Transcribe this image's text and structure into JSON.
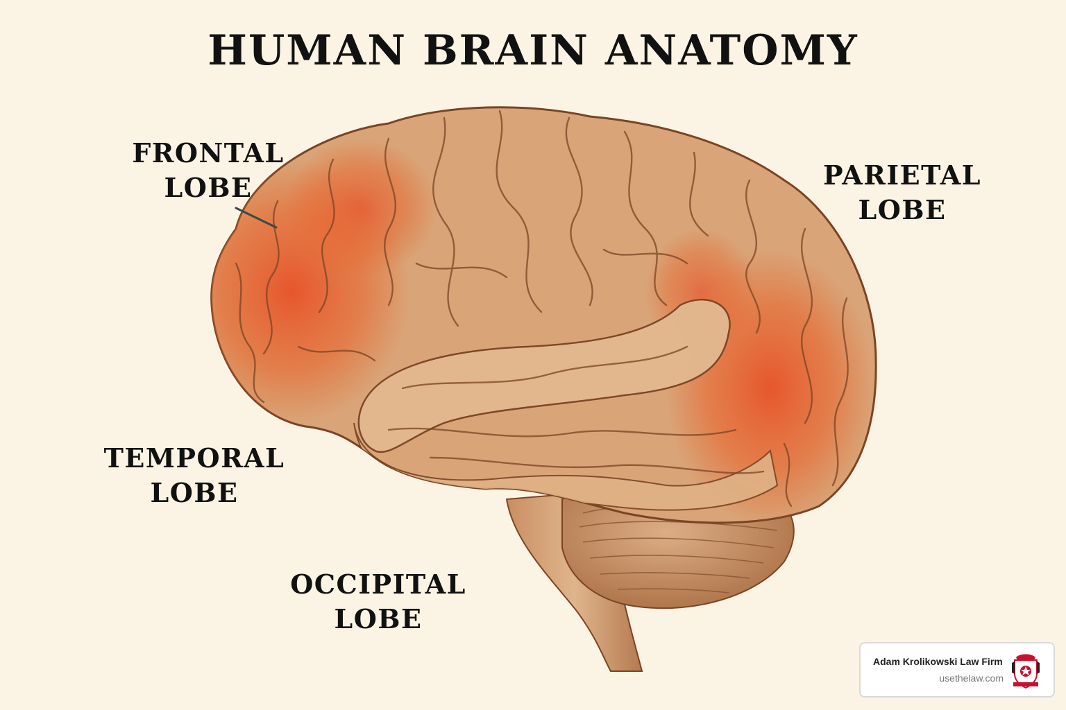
{
  "title": "HUMAN BRAIN ANATOMY",
  "labels": {
    "frontal": [
      "FRONTAL",
      "LOBE"
    ],
    "parietal": [
      "PARIETAL",
      "LOBE"
    ],
    "temporal": [
      "TEMPORAL",
      "LOBE"
    ],
    "occipital": [
      "OCCIPITAL",
      "LOBE"
    ]
  },
  "badge": {
    "name": "Adam Krolikowski Law Firm",
    "url": "usethelaw.com",
    "logo_icon": "law-firm-crest-icon"
  },
  "colors": {
    "background": "#fbf4e4",
    "brain_base": "#d9a477",
    "brain_highlight": "#e8622a",
    "outline": "#7a4424"
  }
}
